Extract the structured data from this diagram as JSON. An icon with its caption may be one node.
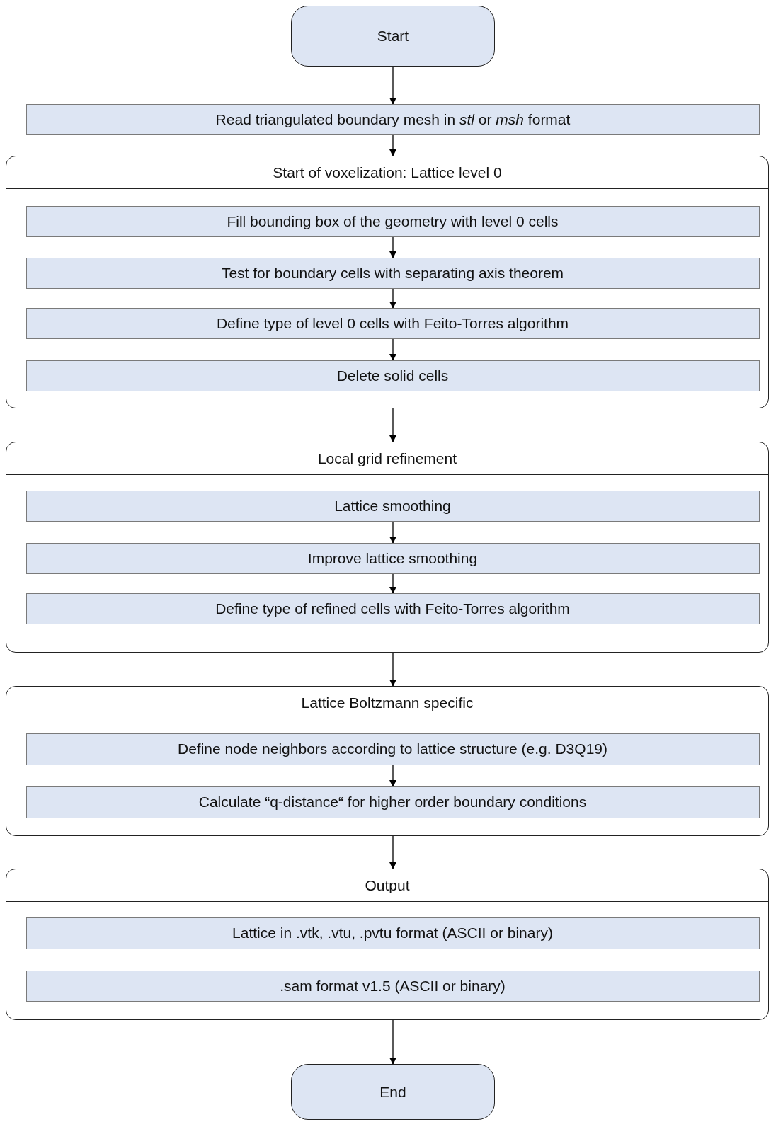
{
  "diagram": {
    "nodes": [
      {
        "text": [
          "Start"
        ]
      },
      {
        "text": [
          "Read triangulated boundary mesh in *stl* or *msh* format"
        ]
      },
      {
        "text": [
          "Start of voxelization: Lattice level 0"
        ]
      },
      {
        "text": [
          "Fill bounding box of the geometry with level 0 cells"
        ],
        "in": 2
      },
      {
        "text": [
          "Test for boundary cells with separating axis theorem"
        ],
        "in": 2
      },
      {
        "text": [
          "Define type of level 0 cells with Feito-Torres algorithm"
        ],
        "in": 2
      },
      {
        "text": [
          "Delete solid cells"
        ],
        "in": 2
      },
      {
        "text": [
          "Local grid refinement"
        ]
      },
      {
        "text": [
          "Lattice smoothing"
        ],
        "in": 7
      },
      {
        "text": [
          "Improve lattice smoothing"
        ],
        "in": 7
      },
      {
        "text": [
          "Define type of refined cells with Feito-Torres algorithm"
        ],
        "in": 7
      },
      {
        "text": [
          "Lattice Boltzmann specific"
        ]
      },
      {
        "text": [
          "Define node neighbors according to lattice structure (e.g. D3Q19)"
        ],
        "in": 11
      },
      {
        "text": [
          "Calculate “q-distance“ for higher order boundary conditions"
        ],
        "in": 11
      },
      {
        "text": [
          "Output"
        ]
      },
      {
        "text": [
          "Lattice in .vtk, .vtu, .pvtu format (ASCII or binary)"
        ],
        "in": 14
      },
      {
        "text": [
          ".sam format v1.5 (ASCII or binary)"
        ],
        "in": 14
      },
      {
        "text": [
          "End"
        ]
      }
    ],
    "edges": [
      {
        "from": 0,
        "to": 1,
        "arrow": "to"
      },
      {
        "from": 1,
        "to": 2,
        "arrow": "to"
      },
      {
        "from": 3,
        "to": 4,
        "arrow": "to"
      },
      {
        "from": 4,
        "to": 5,
        "arrow": "to"
      },
      {
        "from": 5,
        "to": 6,
        "arrow": "to"
      },
      {
        "from": 2,
        "to": 7,
        "arrow": "to"
      },
      {
        "from": 8,
        "to": 9,
        "arrow": "to"
      },
      {
        "from": 9,
        "to": 10,
        "arrow": "to"
      },
      {
        "from": 7,
        "to": 11,
        "arrow": "to"
      },
      {
        "from": 12,
        "to": 13,
        "arrow": "to"
      },
      {
        "from": 11,
        "to": 14,
        "arrow": "to"
      },
      {
        "from": 14,
        "to": 17,
        "arrow": "to"
      }
    ]
  }
}
